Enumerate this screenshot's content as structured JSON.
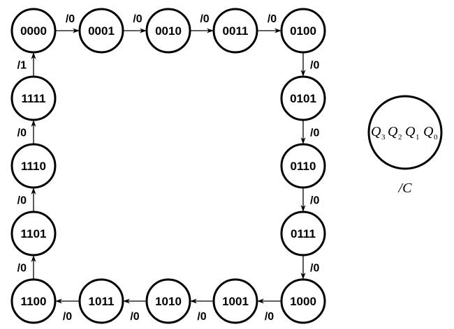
{
  "states": [
    {
      "id": "s0",
      "label": "0000"
    },
    {
      "id": "s1",
      "label": "0001"
    },
    {
      "id": "s2",
      "label": "0010"
    },
    {
      "id": "s3",
      "label": "0011"
    },
    {
      "id": "s4",
      "label": "0100"
    },
    {
      "id": "s5",
      "label": "0101"
    },
    {
      "id": "s6",
      "label": "0110"
    },
    {
      "id": "s7",
      "label": "0111"
    },
    {
      "id": "s8",
      "label": "1000"
    },
    {
      "id": "s9",
      "label": "1001"
    },
    {
      "id": "s10",
      "label": "1010"
    },
    {
      "id": "s11",
      "label": "1011"
    },
    {
      "id": "s12",
      "label": "1100"
    },
    {
      "id": "s13",
      "label": "1101"
    },
    {
      "id": "s14",
      "label": "1110"
    },
    {
      "id": "s15",
      "label": "1111"
    }
  ],
  "transitions": [
    {
      "from": "0000",
      "to": "0001",
      "label": "/0"
    },
    {
      "from": "0001",
      "to": "0010",
      "label": "/0"
    },
    {
      "from": "0010",
      "to": "0011",
      "label": "/0"
    },
    {
      "from": "0011",
      "to": "0100",
      "label": "/0"
    },
    {
      "from": "0100",
      "to": "0101",
      "label": "/0"
    },
    {
      "from": "0101",
      "to": "0110",
      "label": "/0"
    },
    {
      "from": "0110",
      "to": "0111",
      "label": "/0"
    },
    {
      "from": "0111",
      "to": "1000",
      "label": "/0"
    },
    {
      "from": "1000",
      "to": "1001",
      "label": "/0"
    },
    {
      "from": "1001",
      "to": "1010",
      "label": "/0"
    },
    {
      "from": "1010",
      "to": "1011",
      "label": "/0"
    },
    {
      "from": "1011",
      "to": "1100",
      "label": "/0"
    },
    {
      "from": "1100",
      "to": "1101",
      "label": "/0"
    },
    {
      "from": "1101",
      "to": "1110",
      "label": "/0"
    },
    {
      "from": "1110",
      "to": "1111",
      "label": "/0"
    },
    {
      "from": "1111",
      "to": "0000",
      "label": "/1"
    }
  ],
  "legend": {
    "q3": "Q",
    "sub3": "3",
    "q2": "Q",
    "sub2": "2",
    "q1": "Q",
    "sub1": "1",
    "q0": "Q",
    "sub0": "0",
    "output": "/C"
  }
}
